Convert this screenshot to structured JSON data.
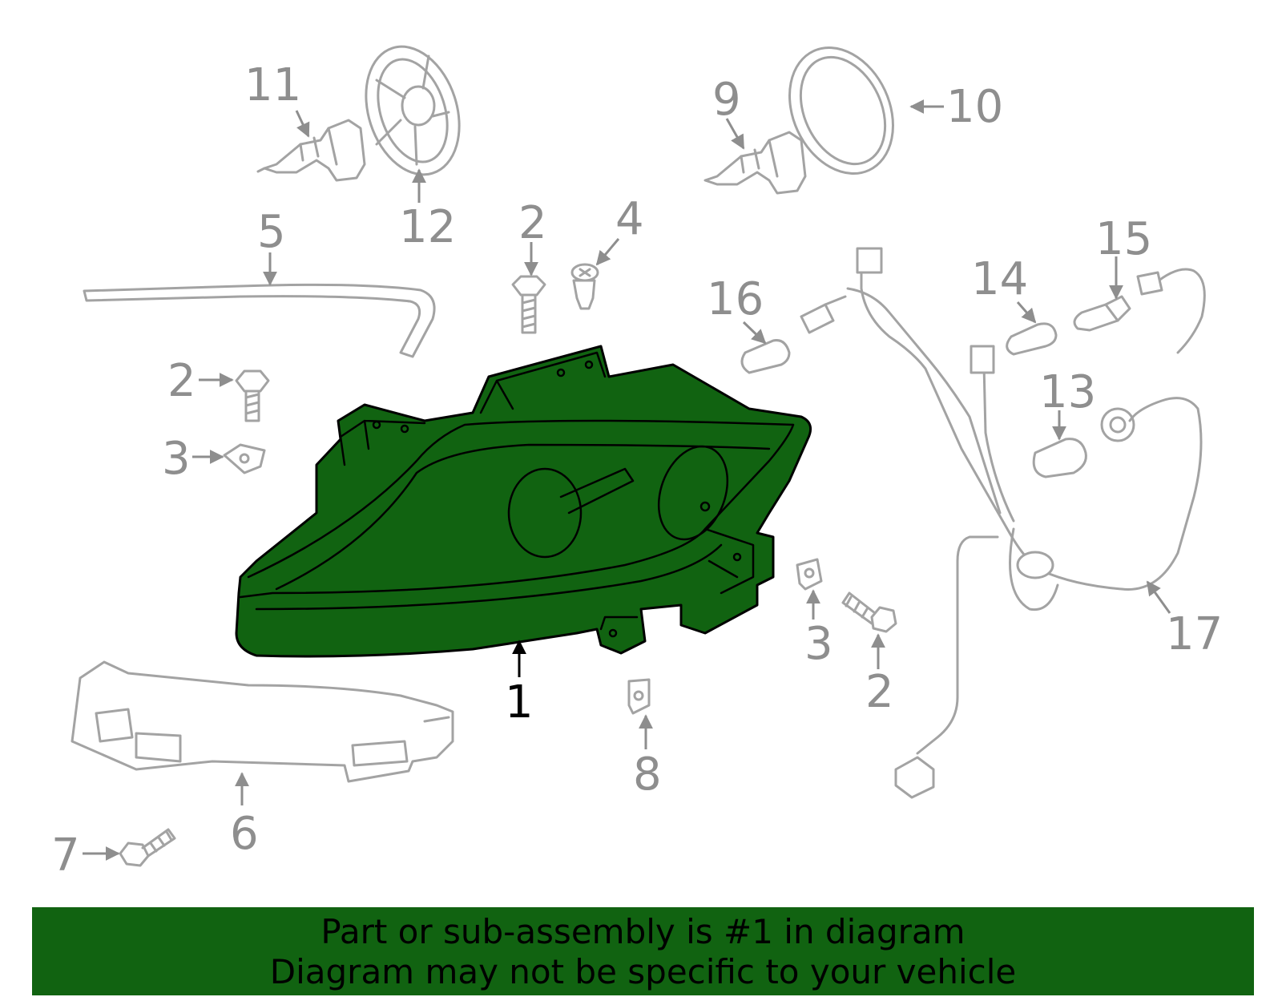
{
  "callouts": {
    "c1": "1",
    "c2_top": "2",
    "c2_left": "2",
    "c2_right": "2",
    "c3_left": "3",
    "c3_right": "3",
    "c4": "4",
    "c5": "5",
    "c6": "6",
    "c7": "7",
    "c8": "8",
    "c9": "9",
    "c10": "10",
    "c11": "11",
    "c12": "12",
    "c13": "13",
    "c14": "14",
    "c15": "15",
    "c16": "16",
    "c17": "17"
  },
  "banner": {
    "line1": "Part or sub-assembly is #1 in diagram",
    "line2": "Diagram may not be specific to your vehicle"
  },
  "colors": {
    "highlight": "#116311",
    "part_outline": "#a3a3a3",
    "callout_text": "#8e8e8e"
  }
}
